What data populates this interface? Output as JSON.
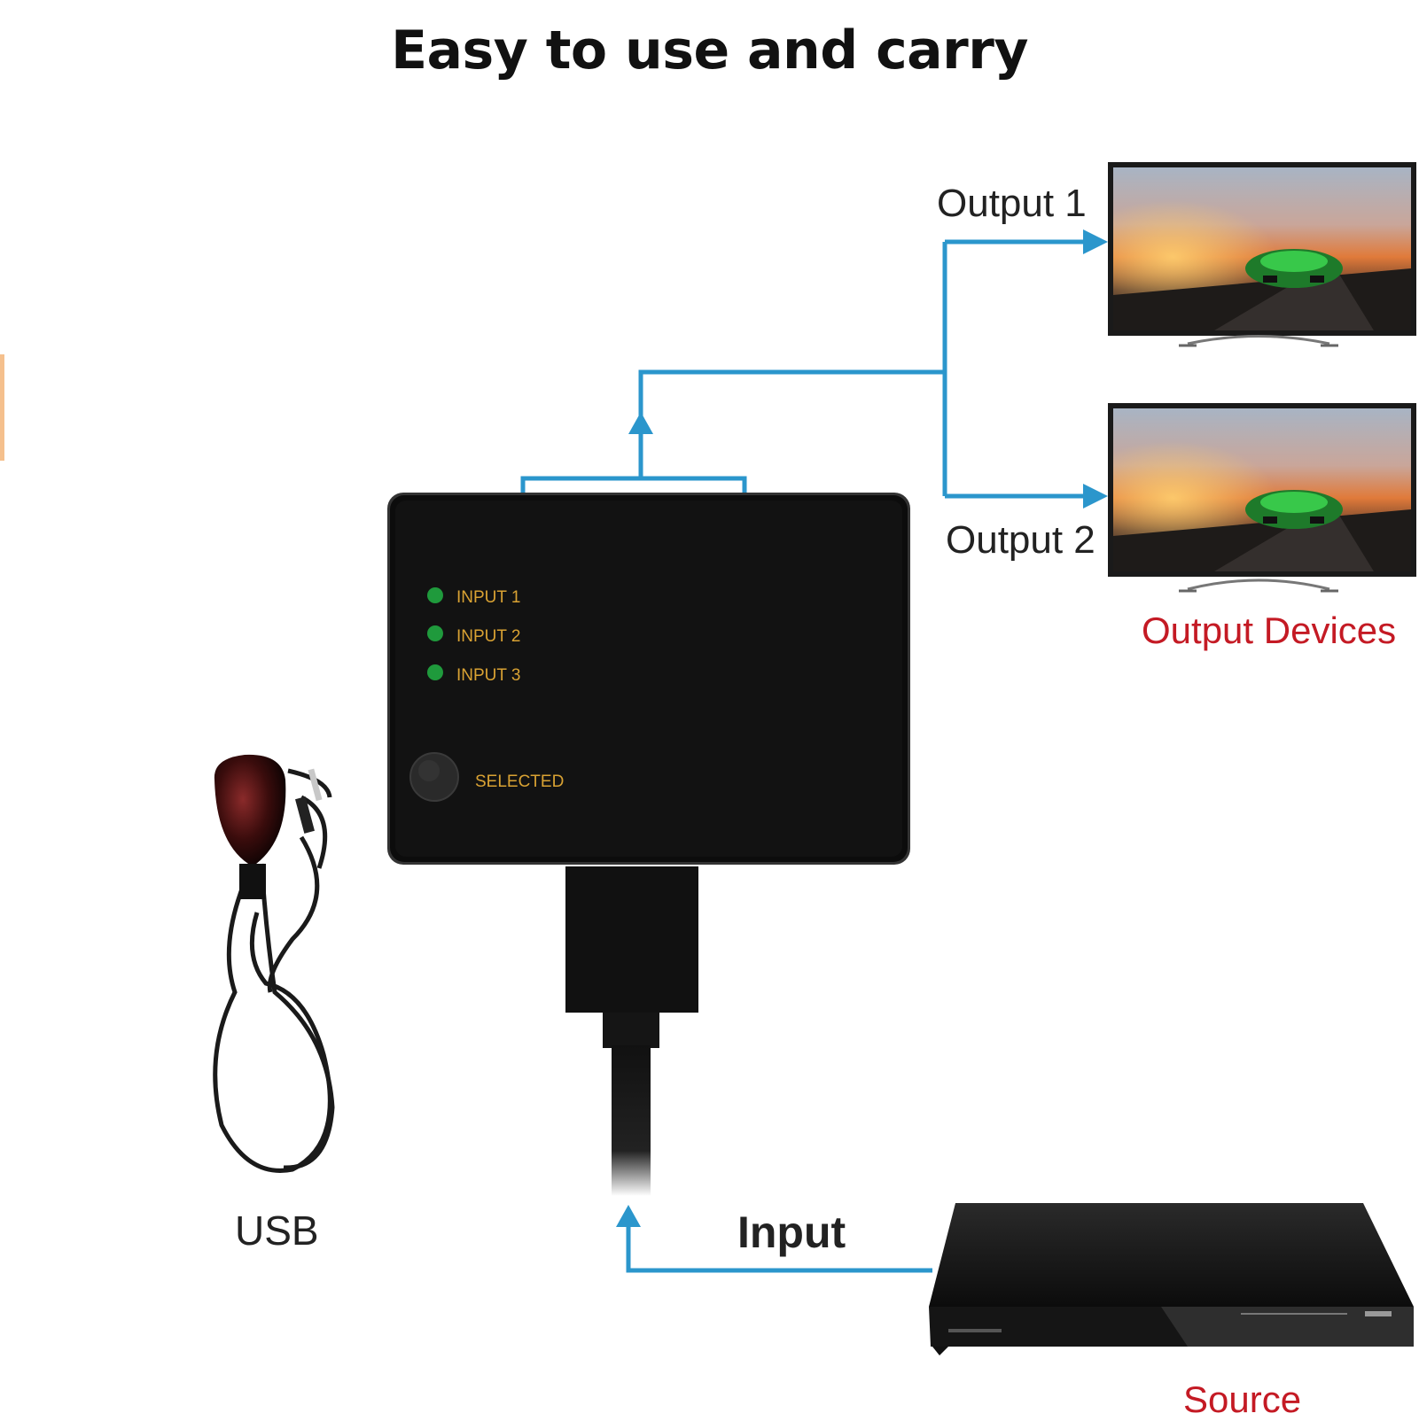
{
  "title": "Easy to use and carry",
  "labels": {
    "output1": "Output 1",
    "output2": "Output 2",
    "output_devices": "Output Devices",
    "input": "Input",
    "source": "Source",
    "usb": "USB"
  },
  "switch": {
    "input1": "INPUT 1",
    "input2": "INPUT 2",
    "input3": "INPUT 3",
    "selected": "SELECTED"
  },
  "colors": {
    "arrow": "#2b96cc",
    "label_red": "#c41a24",
    "switch_text": "#d9a233",
    "led": "#1f9a3c"
  }
}
